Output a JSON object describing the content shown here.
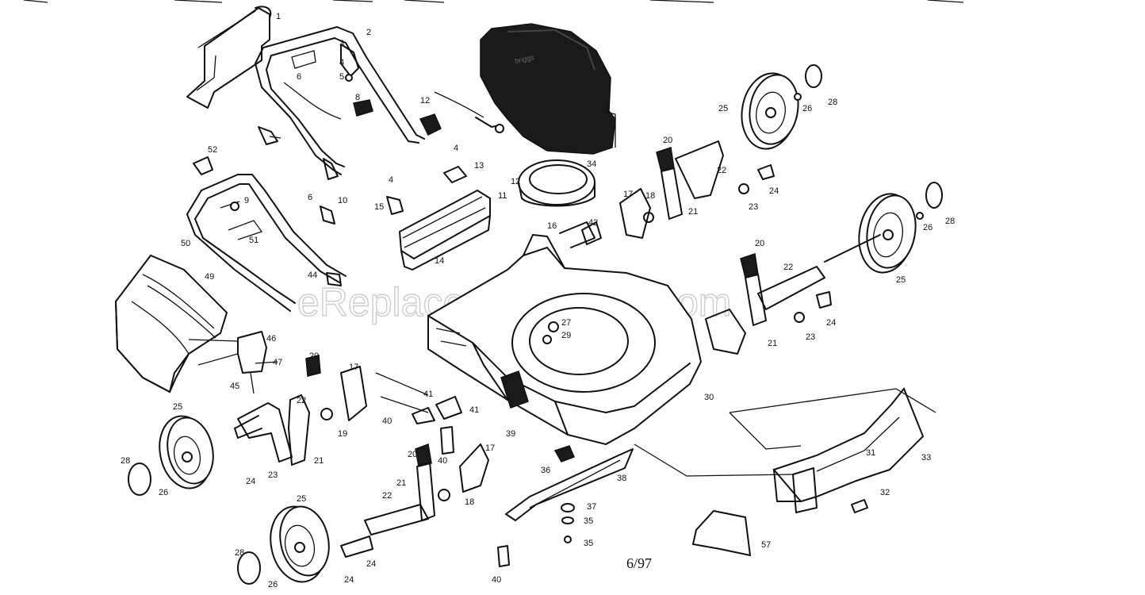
{
  "watermark": "eReplacementParts.com",
  "date_code": "6/97",
  "part_labels": [
    "1",
    "2",
    "3",
    "4",
    "5",
    "6",
    "8",
    "9",
    "10",
    "11",
    "12",
    "13",
    "14",
    "15",
    "16",
    "17",
    "18",
    "19",
    "20",
    "21",
    "22",
    "23",
    "24",
    "25",
    "26",
    "27",
    "28",
    "29",
    "30",
    "31",
    "32",
    "33",
    "34",
    "35",
    "36",
    "37",
    "38",
    "39",
    "40",
    "41",
    "42",
    "44",
    "45",
    "46",
    "47",
    "49",
    "50",
    "51",
    "52",
    "57"
  ]
}
